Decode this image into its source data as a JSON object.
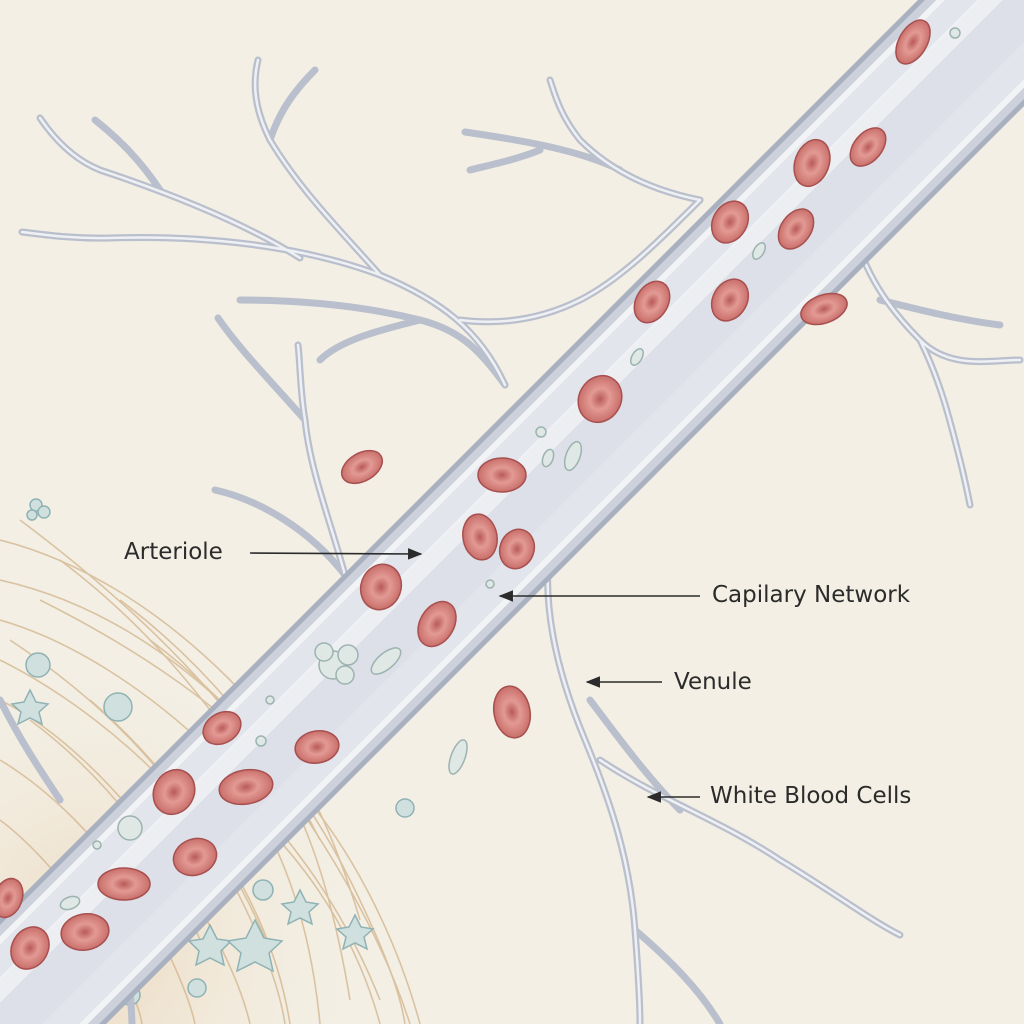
{
  "labels": {
    "arteriole": "Arteriole",
    "capillary_network": "Capilary Network",
    "venule": "Venule",
    "white_blood_cells": "White Blood Cells"
  },
  "colors": {
    "background": "#f3efe4",
    "vessel_wall": "#b9bfcc",
    "vessel_lumen": "#e4e6ec",
    "red_blood_cell": "#cf7a76",
    "white_blood_cell": "#d8e3e0",
    "tissue_fibers": "#d6bb96",
    "label_text": "#2b2b2b"
  }
}
